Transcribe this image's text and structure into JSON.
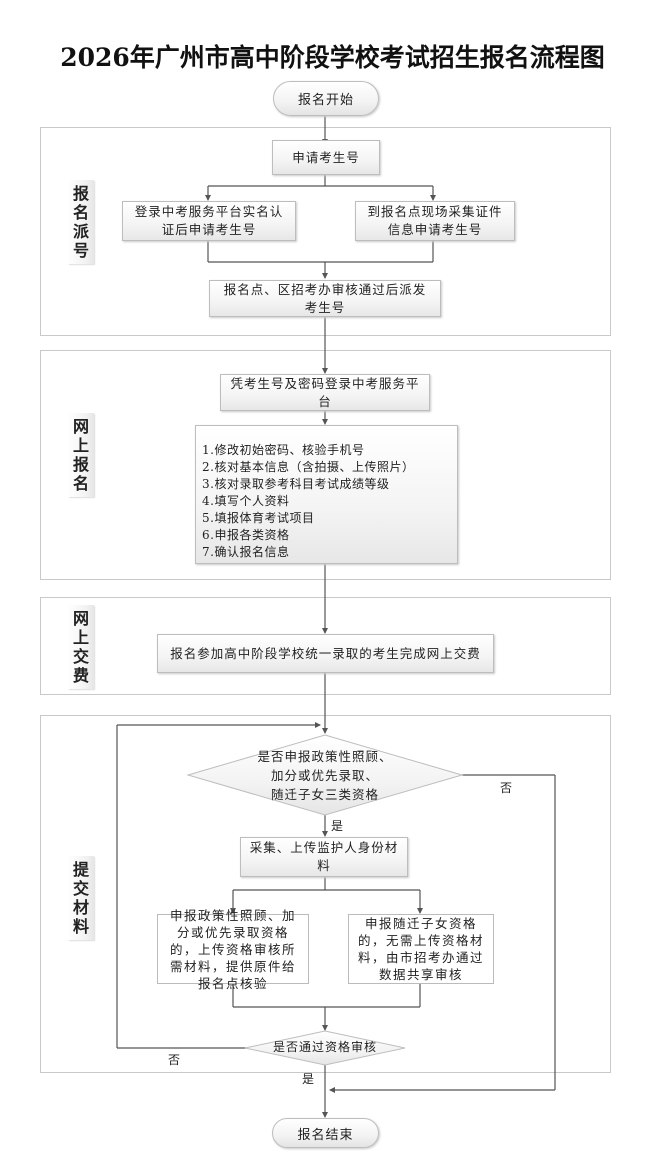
{
  "title": "2026年广州市高中阶段学校考试招生报名流程图",
  "start": "报名开始",
  "end": "报名结束",
  "sections": [
    {
      "label": "报名派号",
      "label_chars": [
        "报",
        "名",
        "派",
        "号"
      ],
      "steps": {
        "apply": "申请考生号",
        "online_branch": "登录中考服务平台实名认证后申请考生号",
        "onsite_branch": "到报名点现场采集证件信息申请考生号",
        "assign": "报名点、区招考办审核通过后派发考生号"
      }
    },
    {
      "label": "网上报名",
      "label_chars": [
        "网",
        "上",
        "报",
        "名"
      ],
      "steps": {
        "login": "凭考生号及密码登录中考服务平台",
        "tasks": [
          "1.修改初始密码、核验手机号",
          "2.核对基本信息（含拍摄、上传照片）",
          "3.核对录取参考科目考试成绩等级",
          "4.填写个人资料",
          "5.填报体育考试项目",
          "6.申报各类资格",
          "7.确认报名信息"
        ]
      }
    },
    {
      "label": "网上交费",
      "label_chars": [
        "网",
        "上",
        "交",
        "费"
      ],
      "steps": {
        "pay": "报名参加高中阶段学校统一录取的考生完成网上交费"
      }
    },
    {
      "label": "提交材料",
      "label_chars": [
        "提",
        "交",
        "材",
        "料"
      ],
      "steps": {
        "decision1_lines": [
          "是否申报政策性照顾、",
          "加分或优先录取、",
          "随迁子女三类资格"
        ],
        "collect": "采集、上传监护人身份材料",
        "policy_branch": "申报政策性照顾、加分或优先录取资格的，上传资格审核所需材料，提供原件给报名点核验",
        "migrant_branch": "申报随迁子女资格的，无需上传资格材料，由市招考办通过数据共享审核",
        "decision2": "是否通过资格审核"
      },
      "edge_labels": {
        "d1_no": "否",
        "d1_yes": "是",
        "d2_no": "否",
        "d2_yes": "是"
      }
    }
  ],
  "colors": {
    "line": "#555555",
    "box_border": "#bdbdbd",
    "section_border": "#c9c9c9"
  }
}
